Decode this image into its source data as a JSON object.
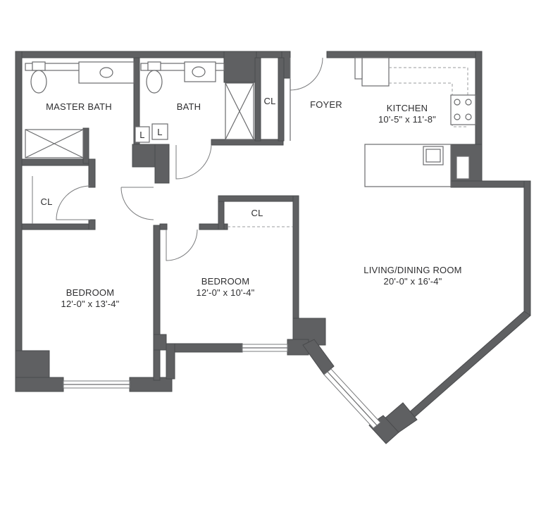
{
  "rooms": {
    "master_bath": {
      "name": "MASTER BATH"
    },
    "bath": {
      "name": "BATH"
    },
    "closet_foyer": {
      "name": "CL"
    },
    "foyer": {
      "name": "FOYER"
    },
    "kitchen": {
      "name": "KITCHEN",
      "dims": "10'-5\" x 11'-8\""
    },
    "closet_master": {
      "name": "CL"
    },
    "closet_bedroom2": {
      "name": "CL"
    },
    "bedroom1": {
      "name": "BEDROOM",
      "dims": "12'-0\" x 13'-4\""
    },
    "bedroom2": {
      "name": "BEDROOM",
      "dims": "12'-0\" x 10'-4\""
    },
    "living": {
      "name": "LIVING/DINING ROOM",
      "dims": "20'-0\" x 16'-4\""
    },
    "laundry_1": {
      "name": "L"
    },
    "laundry_2": {
      "name": "L"
    }
  },
  "colors": {
    "wall": "#5f6062",
    "line": "#6a6b6d",
    "text": "#2e2e30"
  }
}
